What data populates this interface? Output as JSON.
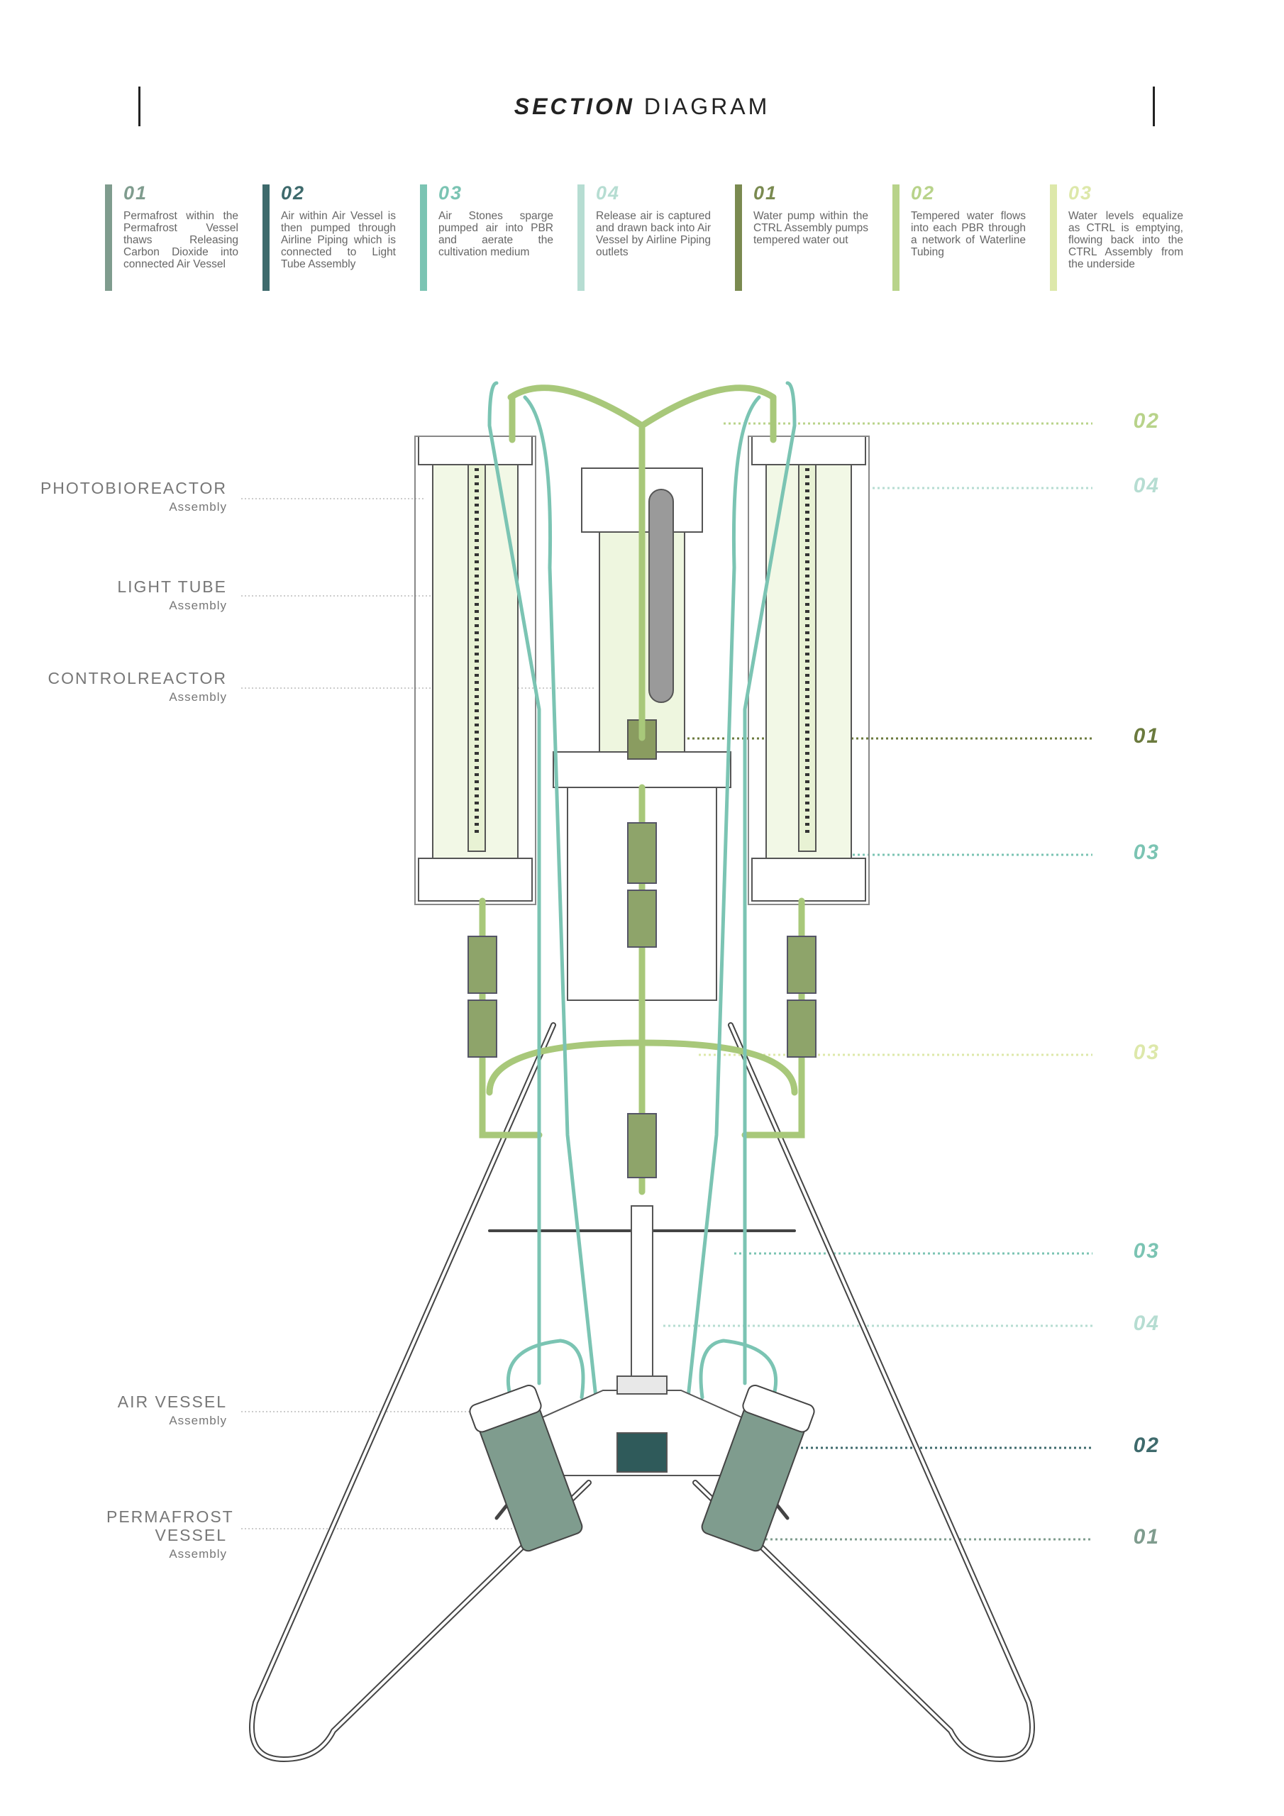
{
  "title": {
    "bold": "SECTION",
    "rest": "DIAGRAM"
  },
  "legend": [
    {
      "num": "01",
      "text": "Permafrost within the Permafrost Vessel thaws Releasing Carbon Dioxide into connected Air Vessel",
      "color": "#7f9c8e"
    },
    {
      "num": "02",
      "text": "Air within Air Vessel is then pumped through Airline Piping which is connected to Light Tube Assembly",
      "color": "#3e6a6c"
    },
    {
      "num": "03",
      "text": "Air Stones sparge pumped air into PBR and aerate the cultivation medium",
      "color": "#7bc4b3"
    },
    {
      "num": "04",
      "text": "Release air is captured and drawn back into Air Vessel by Airline Piping outlets",
      "color": "#b6ddd2"
    },
    {
      "num": "01",
      "text": "Water pump within the CTRL Assembly pumps tempered water out",
      "color": "#7a8a50"
    },
    {
      "num": "02",
      "text": "Tempered water flows into each PBR through a network of Waterline Tubing",
      "color": "#b8d38a"
    },
    {
      "num": "03",
      "text": "Water levels equalize as CTRL is emptying, flowing back into the CTRL Assembly from the underside",
      "color": "#dde8aa"
    }
  ],
  "left_labels": [
    {
      "main": "PHOTOBIOREACTOR",
      "sub": "Assembly"
    },
    {
      "main": "LIGHT TUBE",
      "sub": "Assembly"
    },
    {
      "main": "CONTROLREACTOR",
      "sub": "Assembly"
    },
    {
      "main": "AIR VESSEL",
      "sub": "Assembly"
    },
    {
      "main": "PERMAFROST VESSEL",
      "sub": "Assembly"
    }
  ],
  "right_labels": [
    {
      "num": "02",
      "color": "#b8d38a"
    },
    {
      "num": "04",
      "color": "#b6ddd2"
    },
    {
      "num": "01",
      "color": "#6b7a3e"
    },
    {
      "num": "03",
      "color": "#7bc4b3"
    },
    {
      "num": "03",
      "color": "#dde8aa"
    },
    {
      "num": "03",
      "color": "#7bc4b3"
    },
    {
      "num": "04",
      "color": "#b6ddd2"
    },
    {
      "num": "02",
      "color": "#3e6a6c"
    },
    {
      "num": "01",
      "color": "#7f9c8e"
    }
  ]
}
